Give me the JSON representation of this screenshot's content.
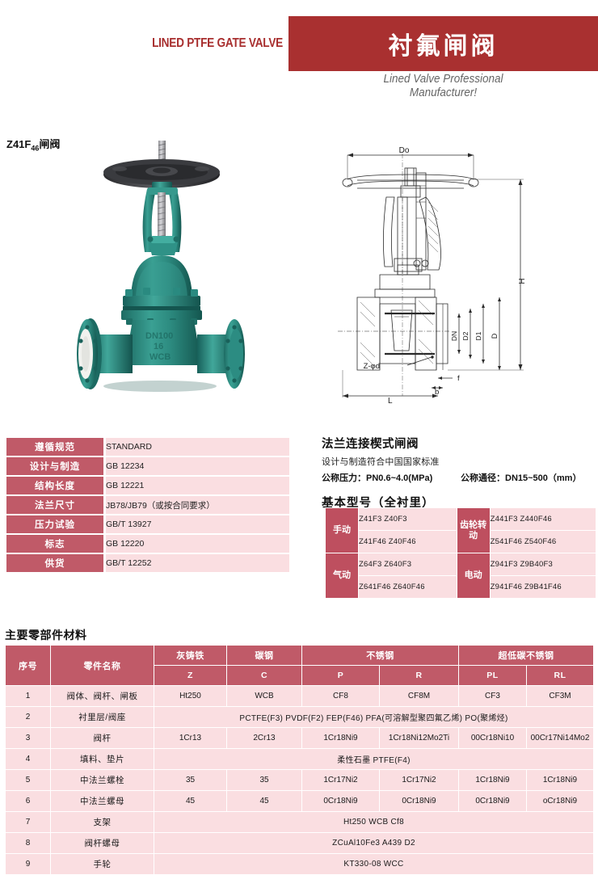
{
  "header": {
    "english_title": "LINED PTFE GATE VALVE",
    "chinese_title": "衬氟闸阀",
    "tagline_line1": "Lined Valve Professional",
    "tagline_line2": "Manufacturer!",
    "band_color": "#A93030",
    "english_title_color": "#A82F2F"
  },
  "product": {
    "label_main": "Z41F",
    "label_sub": "46",
    "label_suffix": "闸阀",
    "photo_alt": "lined-ptfe-gate-valve-photo",
    "drawing_alt": "gate-valve-sectional-drawing"
  },
  "drawing_labels": {
    "do": "Do",
    "h": "H",
    "dn": "DN",
    "d2": "D2",
    "d1": "D1",
    "d": "D",
    "zd": "Z-φd",
    "f": "f",
    "b": "b",
    "l": "L"
  },
  "spec_table": {
    "rows": [
      {
        "key": "遵循规范",
        "value": "STANDARD"
      },
      {
        "key": "设计与制造",
        "value": "GB 12234"
      },
      {
        "key": "结构长度",
        "value": "GB 12221"
      },
      {
        "key": "法兰尺寸",
        "value": "JB78/JB79（或按合同要求）"
      },
      {
        "key": "压力试验",
        "value": "GB/T 13927"
      },
      {
        "key": "标志",
        "value": "GB 12220"
      },
      {
        "key": "供货",
        "value": "GB/T 12252"
      }
    ]
  },
  "right_text": {
    "heading": "法兰连接楔式闸阀",
    "subheading": "设计与制造符合中国国家标准",
    "pressure_label": "公称压力：PN0.6~4.0(MPa)",
    "diameter_label": "公称通径：DN15~500（mm）",
    "models_heading": "基本型号（全衬里）"
  },
  "model_table": {
    "rows": [
      {
        "left_label": "手动",
        "left_values": [
          "Z41F3  Z40F3",
          "Z41F46  Z40F46"
        ],
        "right_label": "齿轮转动",
        "right_values": [
          "Z441F3  Z440F46",
          "Z541F46  Z540F46"
        ]
      },
      {
        "left_label": "气动",
        "left_values": [
          "Z64F3  Z640F3",
          "Z641F46  Z640F46"
        ],
        "right_label": "电动",
        "right_values": [
          "Z941F3  Z9B40F3",
          "Z941F46  Z9B41F46"
        ]
      }
    ]
  },
  "materials": {
    "title": "主要零部件材料",
    "group_headers": {
      "seq": "序号",
      "part_name": "零件名称",
      "gray_iron": "灰铸铁",
      "carbon_steel": "碳钢",
      "stainless": "不锈钢",
      "ultra_low_carbon": "超低碳不锈钢"
    },
    "code_headers": [
      "Z",
      "C",
      "P",
      "R",
      "PL",
      "RL"
    ],
    "rows": [
      {
        "seq": "1",
        "name": "阀体、阀杆、闸板",
        "span": false,
        "values": [
          "Ht250",
          "WCB",
          "CF8",
          "CF8M",
          "CF3",
          "CF3M"
        ]
      },
      {
        "seq": "2",
        "name": "衬里层/阀座",
        "span": true,
        "span_value": "PCTFE(F3)  PVDF(F2)  FEP(F46)  PFA(可溶解型聚四氟乙烯)  PO(聚烯烃)"
      },
      {
        "seq": "3",
        "name": "阀杆",
        "span": false,
        "values": [
          "1Cr13",
          "2Cr13",
          "1Cr18Ni9",
          "1Cr18Ni12Mo2Ti",
          "00Cr18Ni10",
          "00Cr17Ni14Mo2"
        ]
      },
      {
        "seq": "4",
        "name": "填料、垫片",
        "span": true,
        "span_value": "柔性石墨  PTFE(F4)"
      },
      {
        "seq": "5",
        "name": "中法兰螺栓",
        "span": false,
        "values": [
          "35",
          "35",
          "1Cr17Ni2",
          "1Cr17Ni2",
          "1Cr18Ni9",
          "1Cr18Ni9"
        ]
      },
      {
        "seq": "6",
        "name": "中法兰螺母",
        "span": false,
        "values": [
          "45",
          "45",
          "0Cr18Ni9",
          "0Cr18Ni9",
          "0Cr18Ni9",
          "oCr18Ni9"
        ]
      },
      {
        "seq": "7",
        "name": "支架",
        "span": true,
        "span_value": "Ht250   WCB  Cf8"
      },
      {
        "seq": "8",
        "name": "阀杆螺母",
        "span": true,
        "span_value": "ZCuAl10Fe3    A439 D2"
      },
      {
        "seq": "9",
        "name": "手轮",
        "span": true,
        "span_value": "KT330-08 WCC"
      }
    ]
  },
  "colors": {
    "brand_red": "#A93030",
    "table_header_rose": "#C05A68",
    "row_pink": "#FADEE1",
    "valve_teal": "#2E8B82"
  }
}
